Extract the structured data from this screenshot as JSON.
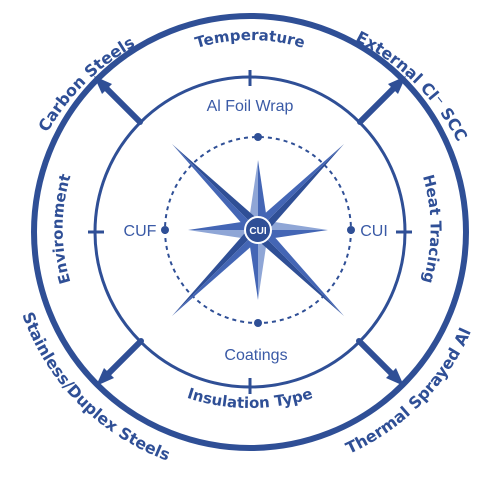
{
  "colors": {
    "primary": "#2f4f96",
    "accent": "#4466b5",
    "light": "#8fa6d6",
    "background": "#ffffff"
  },
  "outer_labels": {
    "top_left": "Carbon Steels",
    "top_right": "External Cl⁻ SCC",
    "bottom_left": "Stainless/Duplex Steels",
    "bottom_right": "Thermal Sprayed Al"
  },
  "middle_labels": {
    "top": "Temperature",
    "bottom": "Insulation Type",
    "left": "Environment",
    "right": "Heat Tracing"
  },
  "inner_labels": {
    "top": "Al Foil Wrap",
    "bottom": "Coatings",
    "left": "CUF",
    "right": "CUI"
  },
  "center_label": "CUI"
}
